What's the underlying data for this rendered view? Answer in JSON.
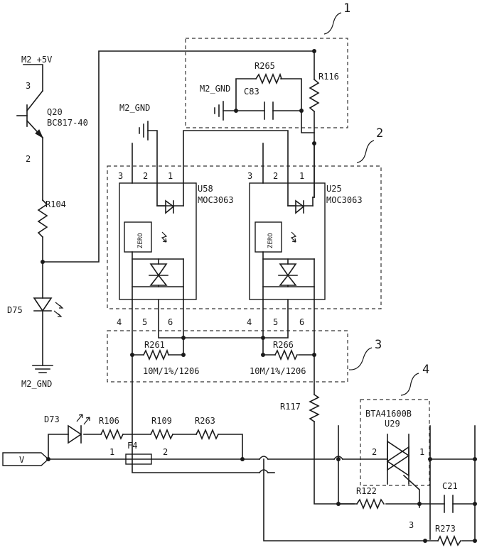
{
  "callouts": [
    "1",
    "2",
    "3",
    "4"
  ],
  "nets": {
    "m2_5v": "M2_+5V",
    "m2_gnd_top": "M2_GND",
    "m2_gnd_opto": "M2_GND",
    "m2_gnd_bottom": "M2_GND",
    "input_port": "V"
  },
  "transistor": {
    "ref": "Q20",
    "part": "BC817-40",
    "pin_collector": "3",
    "pin_emitter": "2"
  },
  "resistors": {
    "r104": "R104",
    "r265": "R265",
    "r116": "R116",
    "r261": "R261",
    "r266": "R266",
    "r117": "R117",
    "r106": "R106",
    "r109": "R109",
    "r263": "R263",
    "r122": "R122",
    "r273": "R273"
  },
  "resistor_values": {
    "r261": "10M/1%/1206",
    "r266": "10M/1%/1206"
  },
  "capacitors": {
    "c83": "C83",
    "c21": "C21"
  },
  "leds": {
    "d75": "D75",
    "d73": "D73"
  },
  "fuse": {
    "ref": "F4",
    "pin1": "1",
    "pin2": "2"
  },
  "optos": [
    {
      "ref": "U58",
      "part": "MOC3063",
      "zero": "ZERO",
      "pins_top": [
        "3",
        "2",
        "1"
      ],
      "pins_bottom": [
        "4",
        "5",
        "6"
      ]
    },
    {
      "ref": "U25",
      "part": "MOC3063",
      "zero": "ZERO",
      "pins_top": [
        "3",
        "2",
        "1"
      ],
      "pins_bottom": [
        "4",
        "5",
        "6"
      ]
    }
  ],
  "triac": {
    "ref": "U29",
    "part": "BTA41600B",
    "pin1": "1",
    "pin2": "2",
    "pin3": "3"
  }
}
